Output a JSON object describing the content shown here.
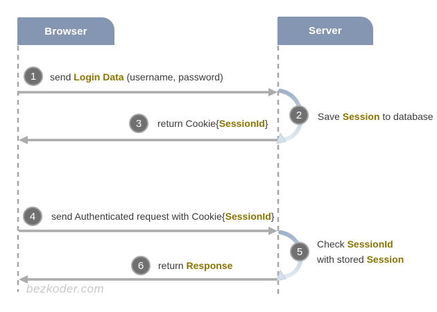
{
  "diagram": {
    "actors": [
      {
        "label": "Browser"
      },
      {
        "label": "Server"
      }
    ],
    "steps": [
      {
        "num": "1",
        "lines": [
          [
            {
              "t": "send "
            },
            {
              "t": "Login Data",
              "em": true
            },
            {
              "t": " (username, password)"
            }
          ]
        ]
      },
      {
        "num": "2",
        "lines": [
          [
            {
              "t": "Save "
            },
            {
              "t": "Session",
              "em": true
            },
            {
              "t": " to database"
            }
          ]
        ]
      },
      {
        "num": "3",
        "lines": [
          [
            {
              "t": "return Cookie{"
            },
            {
              "t": "SessionId",
              "em": true
            },
            {
              "t": "}"
            }
          ]
        ]
      },
      {
        "num": "4",
        "lines": [
          [
            {
              "t": "send Authenticated request with Cookie{"
            },
            {
              "t": "SessionId",
              "em": true
            },
            {
              "t": "}"
            }
          ]
        ]
      },
      {
        "num": "5",
        "lines": [
          [
            {
              "t": "Check "
            },
            {
              "t": "SessionId",
              "em": true
            }
          ],
          [
            {
              "t": "with stored "
            },
            {
              "t": "Session",
              "em": true
            }
          ]
        ]
      },
      {
        "num": "6",
        "lines": [
          [
            {
              "t": "return "
            },
            {
              "t": "Response",
              "em": true
            }
          ]
        ]
      }
    ],
    "watermark": "bezkoder.com",
    "colors": {
      "actor_header_bg": "#8496B1",
      "actor_header_text": "#FFFFFF",
      "arrow": "#ABABAB",
      "lifeline": "#A6A6A6",
      "step_circle_bg": "#707070",
      "step_circle_ring": "#A3A3A3",
      "step_circle_text": "#FFFFFF",
      "label_text": "#3B3B3B",
      "label_emphasis": "#8B7300",
      "loop_arrow": "#C2CFDD",
      "watermark_text": "#C9C9C9"
    }
  }
}
